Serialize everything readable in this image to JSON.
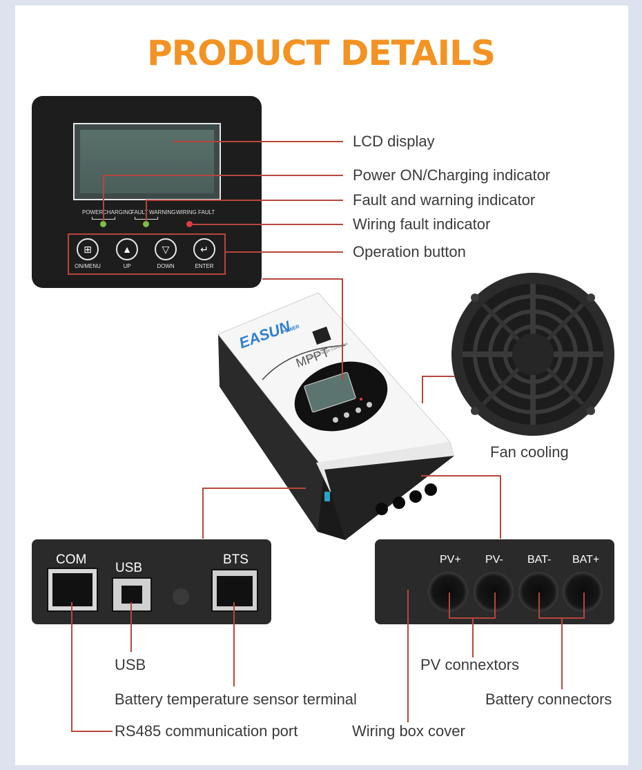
{
  "header": {
    "title": "PRODUCT DETAILS"
  },
  "control_panel": {
    "indicator_labels": {
      "power": "POWER",
      "charging": "CHARGING",
      "fault": "FAULT",
      "warning": "WARNING",
      "wiring_fault": "WIRING FAULT"
    },
    "buttons": [
      {
        "label": "ON/MENU",
        "icon": "windows-icon"
      },
      {
        "label": "UP",
        "icon": "triangle-up-icon"
      },
      {
        "label": "DOWN",
        "icon": "triangle-down-icon"
      },
      {
        "label": "ENTER",
        "icon": "enter-icon"
      }
    ],
    "led_colors": {
      "power": "#7bc043",
      "fault": "#7bc043",
      "wiring": "#e63b3b"
    }
  },
  "device": {
    "brand": "EASUN",
    "brand_sub": "POWER",
    "model": "MPPT",
    "subtitle": "Solar Charge Controller"
  },
  "ports_panel": {
    "com": "COM",
    "usb": "USB",
    "bts": "BTS"
  },
  "connectors_panel": {
    "pv_plus": "PV+",
    "pv_minus": "PV-",
    "bat_minus": "BAT-",
    "bat_plus": "BAT+"
  },
  "callouts": {
    "lcd_display": "LCD display",
    "power_indicator": "Power ON/Charging indicator",
    "fault_indicator": "Fault and warning indicator",
    "wiring_indicator": "Wiring fault indicator",
    "operation_button": "Operation button",
    "fan_cooling": "Fan cooling",
    "usb": "USB",
    "battery_temp": "Battery temperature sensor terminal",
    "rs485": "RS485 communication port",
    "pv_connectors": "PV connextors",
    "battery_connectors": "Battery connectors",
    "wiring_box": "Wiring box cover"
  },
  "colors": {
    "title": "#f39323",
    "callout_line": "#b8463c",
    "panel": "#1d1d1d",
    "background": "#dde3ee"
  }
}
